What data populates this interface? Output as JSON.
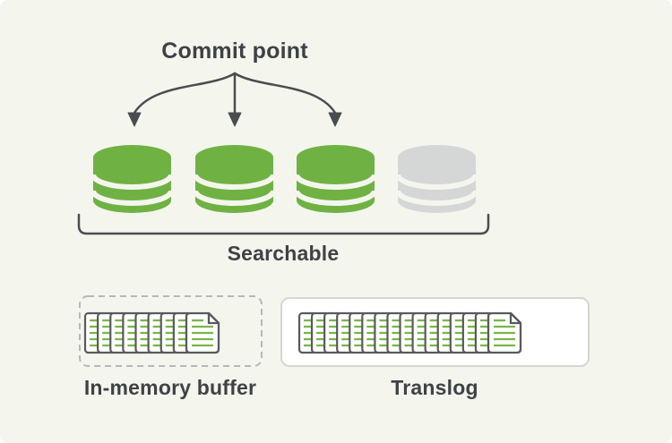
{
  "colors": {
    "background": "#F4F6EE",
    "segment_green": "#6FB243",
    "segment_gray": "#D5D6D6",
    "stroke_dark": "#494D4F",
    "text": "#3E4245",
    "doc_border": "#595A5C",
    "doc_fill": "#FFFFFF",
    "doc_line_green": "#79B648",
    "dashed_border": "#B5B8B6",
    "box_border": "#D4D6D3",
    "box_fill": "#FFFFFF"
  },
  "labels": {
    "commit_point": "Commit point",
    "searchable": "Searchable",
    "in_memory_buffer": "In-memory buffer",
    "translog": "Translog"
  },
  "segments": {
    "items": [
      {
        "icon": "database-icon",
        "color": "green",
        "searchable": true
      },
      {
        "icon": "database-icon",
        "color": "green",
        "searchable": true
      },
      {
        "icon": "database-icon",
        "color": "green",
        "searchable": true
      },
      {
        "icon": "database-icon",
        "color": "gray",
        "searchable": true
      }
    ],
    "arrow_count": 3
  },
  "buffer": {
    "doc_pages": 9
  },
  "translog": {
    "doc_pages": 16
  }
}
